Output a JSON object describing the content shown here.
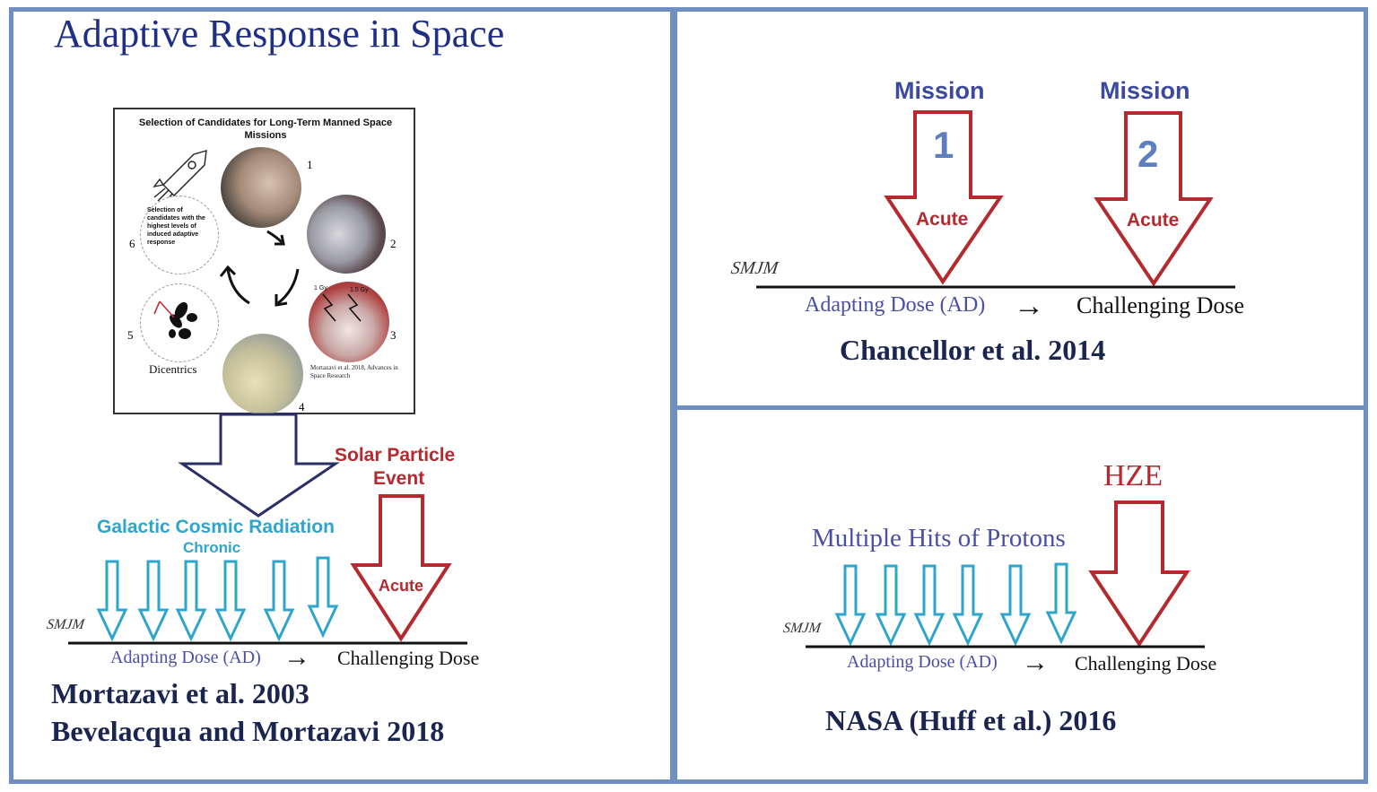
{
  "left": {
    "title": "Adaptive Response in Space",
    "inset": {
      "title": "Selection of Candidates for Long-Term Manned Space Missions",
      "step_numbers": [
        "1",
        "2",
        "3",
        "4",
        "5",
        "6"
      ],
      "selection_text": "Selection of candidates with the highest levels of induced adaptive response",
      "dicentrics_label": "Dicentrics",
      "dose_label_a": "1 Gy",
      "dose_label_b": "1.5 Gy",
      "citation": "Mortazavi et al. 2018, Advances in Space Research"
    },
    "spe_label_line1": "Solar Particle",
    "spe_label_line2": "Event",
    "gcr_label": "Galactic Cosmic Radiation",
    "chronic_label": "Chronic",
    "acute_label": "Acute",
    "signature": "SMJM",
    "adapting_dose": "Adapting Dose (AD)",
    "arrow": "→",
    "challenging_dose": "Challenging Dose",
    "ref1": "Mortazavi et al.  2003",
    "ref2": "Bevelacqua and Mortazavi 2018"
  },
  "top_right": {
    "mission1_label": "Mission",
    "mission1_number": "1",
    "mission2_label": "Mission",
    "mission2_number": "2",
    "acute1": "Acute",
    "acute2": "Acute",
    "signature": "SMJM",
    "adapting_dose": "Adapting Dose (AD)",
    "arrow": "→",
    "challenging_dose": "Challenging Dose",
    "ref": "Chancellor  et al. 2014"
  },
  "bottom_right": {
    "hze_label": "HZE",
    "protons_label": "Multiple Hits of Protons",
    "signature": "SMJM",
    "adapting_dose": "Adapting Dose (AD)",
    "arrow": "→",
    "challenging_dose": "Challenging Dose",
    "ref": "NASA (Huff et al.) 2016"
  },
  "colors": {
    "frame": "#6e8fbf",
    "title_blue": "#1f2f86",
    "red": "#b42a2e",
    "cyan": "#2ea6cc",
    "navy_text": "#1a2550",
    "mission_blue": "#3b4aa0",
    "number_blue": "#5d7fc0",
    "protons_text": "#4a4fa6"
  }
}
